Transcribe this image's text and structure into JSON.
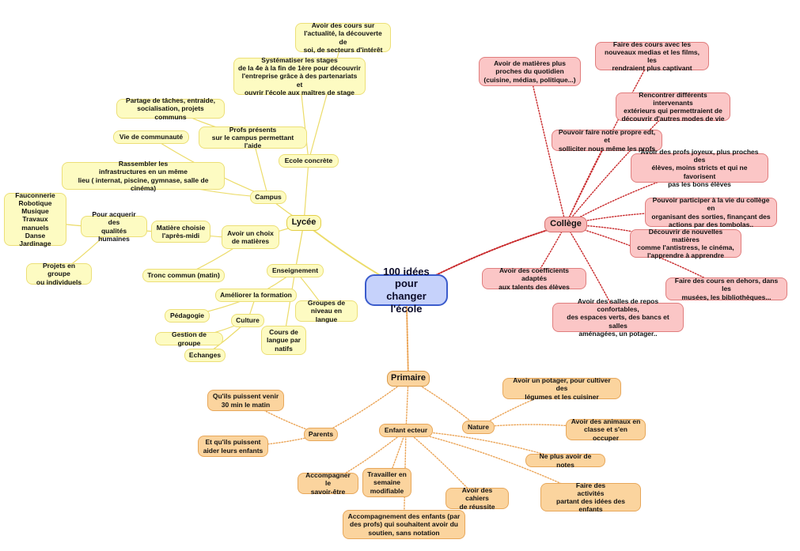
{
  "center": "100 idées pour\nchanger l'école",
  "colors": {
    "yellow_line": "#ecdc6a",
    "red_line": "#c8282a",
    "orange_line": "#eba456"
  },
  "lycee": {
    "title": "Lycée",
    "campus": "Campus",
    "rassembler": "Rassembler les\ninfrastructures en un même\nlieu ( internat, piscine, gymnase, salle de cinéma)",
    "vie_communaute": "Vie de communauté",
    "profs_presents": "Profs présents\nsur le campus permettant l'aide",
    "partage": "Partage de tâches, entraide,\nsocialisation, projets communs",
    "ecole_concrete": "Ecole concrète",
    "systematiser": "Systématiser les stages\nde la 4e à la fin de 1ère pour découvrir\nl'entreprise grâce à des partenariats et\nouvrir l'école aux maîtres de stage",
    "actualite": "Avoir des cours sur\nl'actualité, la découverte de\nsoi, de secteurs d'intérêt",
    "choix_matieres": "Avoir un choix\nde matières",
    "matiere_choisie": "Matière choisie\nl'après-midi",
    "qualites": "Pour acquerir des\nqualités humaines",
    "activites_list": "Fauconnerie\nRobotique\nMusique\nTravaux manuels\nDanse\nJardinage",
    "projets_groupe": "Projets en groupe\nou individuels",
    "tronc_commun": "Tronc commun (matin)",
    "enseignement": "Enseignement",
    "ameliorer": "Améliorer la formation",
    "pedagogie": "Pédagogie",
    "culture": "Culture",
    "gestion_groupe": "Gestion de groupe",
    "echanges": "Echanges",
    "groupes_niveau": "Groupes de\nniveau en langue",
    "cours_langue": "Cours de\nlangue par\nnatifs"
  },
  "college": {
    "title": "Collège",
    "matieres_proches": "Avoir de matières plus\nproches du quotidien\n(cuisine, médias, politique...)",
    "nouveaux_medias": "Faire des cours avec les\nnouveaux medias et les films, les\nrendraient plus captivant",
    "intervenants": "Rencontrer différents intervenants\nextérieurs qui permettraient de\ndécouvrir d'autres modes de vie",
    "propre_edt": "Pouvoir faire notre propre edt, et\nsolliciter nous même les profs",
    "profs_joyeux": "Avoir des profs joyeux, plus proches des\nélèves, moins stricts et qui ne favorisent\npas les bons élèves",
    "vie_college": "Pouvoir participer à la vie du collège en\norganisant des sorties, finançant des\nactions par des tombolas..",
    "nouvelles_matieres": "Découvrir de nouvelles matières\ncomme l'antistress, le cinéma,\nl'apprendre à apprendre",
    "coefficients": "Avoir des coefficients adaptés\naux talents des élèves",
    "cours_dehors": "Faire des cours en dehors, dans les\nmusées, les bibliothèques...",
    "salles_repos": "Avoir des salles de repos confortables,\ndes espaces verts, des bancs et salles\naménagées, un potager.."
  },
  "primaire": {
    "title": "Primaire",
    "parents": "Parents",
    "venir_matin": "Qu'ils puissent venir\n30 min le matin",
    "aider_enfants": "Et qu'ils puissent\naider leurs enfants",
    "enfant_acteur": "Enfant ecteur",
    "nature": "Nature",
    "potager": "Avoir un potager, pour cultiver des\nlégumes et les cuisiner",
    "animaux": "Avoir des animaux en\nclasse et s'en occuper",
    "notes": "Ne plus avoir de notes",
    "activites_idees": "Faire des\nactivités\npartant des idées des enfants",
    "cahiers": "Avoir des cahiers\nde réussite",
    "travailler_semaine": "Travailler en\nsemaine\nmodifiable",
    "savoir_etre": "Accompagner le\nsavoir-être",
    "accompagnement": "Accompagnement des enfants (par\ndes profs) qui souhaitent avoir du\nsoutien, sans notation"
  }
}
